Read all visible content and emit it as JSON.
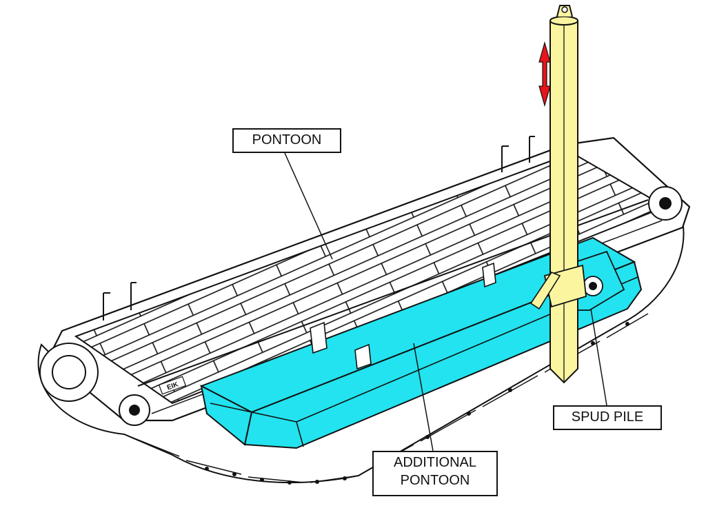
{
  "colors": {
    "background": "#ffffff",
    "outline": "#111111",
    "additional_pontoon_fill": "#22e3ef",
    "spud_pile_fill": "#fbf5a0",
    "arrow_red": "#e8141b",
    "track_fill": "#ffffff"
  },
  "labels": {
    "pontoon": "PONTOON",
    "spud_pile": "SPUD PILE",
    "additional_pontoon_line1": "ADDITIONAL",
    "additional_pontoon_line2": "PONTOON"
  },
  "icons": {
    "vertical_movement": "double-headed-arrow-icon"
  },
  "plate_marking": "EIK"
}
